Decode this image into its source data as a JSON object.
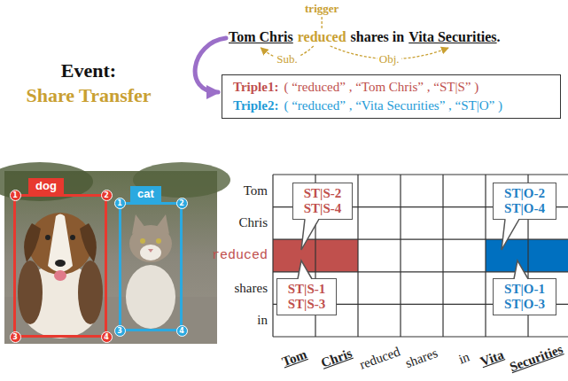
{
  "diagram": {
    "nodes": [
      {
        "text": [
          "Triple1:",
          "( “reduced” , “Tom Chris” , “ST|S” )",
          "Triple2:",
          "( “reduced” , “Vita Securities” , “ST|O” )"
        ]
      },
      {
        "text": [
          "dog"
        ]
      },
      {
        "text": [
          "cat"
        ]
      },
      {
        "text": [
          "ST|S-2 ST|S-4"
        ]
      },
      {
        "text": [
          "ST|S-1 ST|S-3"
        ]
      },
      {
        "text": [
          "ST|O-2 ST|O-4"
        ]
      },
      {
        "text": [
          "ST|O-1 ST|O-3"
        ]
      }
    ],
    "labels": [
      "trigger",
      "Tom Chris",
      "reduced",
      "shares in",
      "Vita Securities",
      ".",
      "Sub.",
      "Obj.",
      "Event:",
      "Share Transfer",
      "1",
      "2",
      "3",
      "4",
      "1",
      "2",
      "3",
      "4",
      "Tom",
      "Chris",
      "reduced",
      "shares",
      "in",
      "Tom",
      "Chris",
      "reduced",
      "shares",
      "in",
      "Vita",
      "Securities"
    ]
  }
}
